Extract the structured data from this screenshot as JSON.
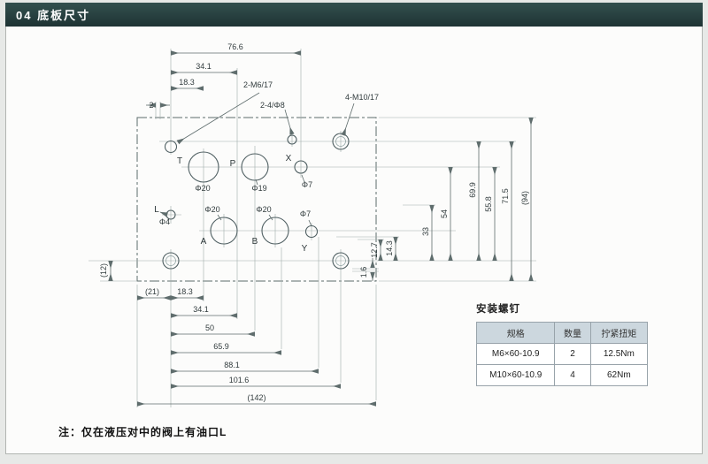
{
  "header": {
    "title": "04 底板尺寸"
  },
  "drawing": {
    "dims_top": {
      "a766": "76.6",
      "a341": "34.1",
      "a183": "18.3",
      "a2": "2"
    },
    "labels": {
      "m6": "2-M6/17",
      "phi8": "2-4/Φ8",
      "m10": "4-M10/17"
    },
    "ports": {
      "t": "T",
      "p": "P",
      "x": "X",
      "l": "L",
      "a": "A",
      "b": "B",
      "y": "Y"
    },
    "diams": {
      "t": "Φ20",
      "p": "Φ19",
      "x": "Φ7",
      "a": "Φ20",
      "b": "Φ20",
      "y": "Φ7",
      "l": "Φ4"
    },
    "dims_right": {
      "r127": "12.7",
      "r143": "14.3",
      "r33": "33",
      "r54": "54",
      "r699": "69.9",
      "r558": "55.8",
      "r715": "71.5",
      "r94": "(94)",
      "r16": "1.6"
    },
    "dims_left": {
      "l12": "(12)"
    },
    "dims_bottom": {
      "b21": "(21)",
      "b183": "18.3",
      "b341": "34.1",
      "b50": "50",
      "b659": "65.9",
      "b881": "88.1",
      "b1016": "101.6",
      "b142": "(142)"
    }
  },
  "table": {
    "title": "安装螺钉",
    "headers": [
      "规格",
      "数量",
      "拧紧扭矩"
    ],
    "rows": [
      [
        "M6×60-10.9",
        "2",
        "12.5Nm"
      ],
      [
        "M10×60-10.9",
        "4",
        "62Nm"
      ]
    ]
  },
  "note": {
    "text": "注：仅在液压对中的阀上有油口L"
  }
}
